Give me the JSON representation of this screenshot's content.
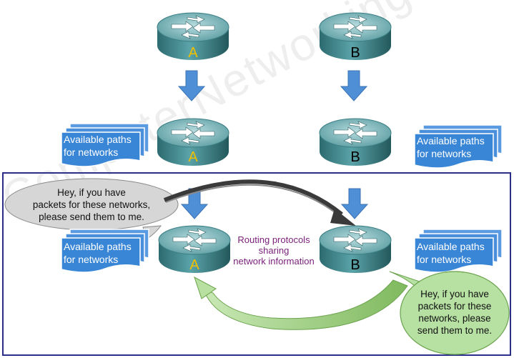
{
  "watermark": "ComputerNetworkingNotes",
  "routers": {
    "top_a": "A",
    "top_b": "B",
    "mid_a": "A",
    "mid_b": "B",
    "bot_a": "A",
    "bot_b": "B"
  },
  "paths_label": {
    "line1": "Available paths",
    "line2": "for networks"
  },
  "protocol_label": {
    "line1": "Routing protocols",
    "line2": "sharing",
    "line3": "network information"
  },
  "bubble_a": {
    "line1": "Hey, if you have",
    "line2": "packets for these networks,",
    "line3": "please send them to me."
  },
  "bubble_b": {
    "line1": "Hey, if you have",
    "line2": "packets for these",
    "line3": "networks, please",
    "line4": "send them to me."
  },
  "colors": {
    "router_body": "#3f8a8f",
    "router_top": "#8fc3c6",
    "arrow_blue": "#4f8fd6",
    "paths_blue": "#3a86d6",
    "label_a": "#f0c000",
    "label_b": "#000000",
    "frame": "#2b2f8a",
    "bubble_gray": "#d6d6d6",
    "bubble_green": "#b7e0a3",
    "green_arrow": "#9ed07f",
    "dark_arrow": "#3a3a3a",
    "protocol_text": "#7a1f7a"
  }
}
